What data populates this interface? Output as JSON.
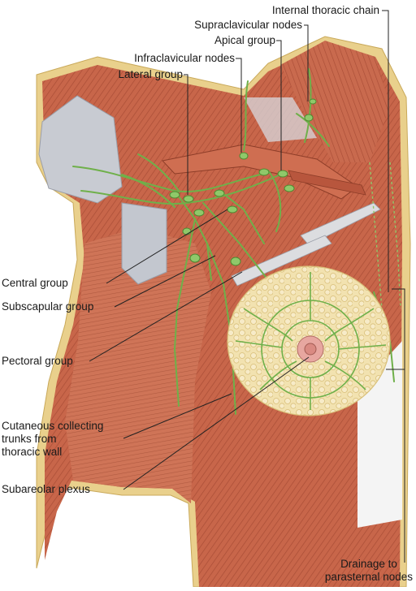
{
  "labels": {
    "internal_thoracic_chain": "Internal thoracic chain",
    "supraclavicular_nodes": "Supraclavicular nodes",
    "apical_group": "Apical group",
    "infraclavicular_nodes": "Infraclavicular nodes",
    "lateral_group": "Lateral group",
    "central_group": "Central group",
    "subscapular_group": "Subscapular group",
    "pectoral_group": "Pectoral group",
    "cutaneous_collecting_trunks": "Cutaneous collecting\ntrunks from\nthoracic wall",
    "subareolar_plexus": "Subareolar plexus",
    "drainage_to_parasternal": "Drainage to\nparasternal nodes"
  },
  "colors": {
    "muscle": "#c8664a",
    "muscle_dark": "#a34a33",
    "lymph": "#6fb04a",
    "lymph_node": "#8fc86a",
    "gland": "#f2e2b0",
    "areola": "#e7a7a0",
    "fat_border": "#e9d08c",
    "leader": "#222222"
  }
}
